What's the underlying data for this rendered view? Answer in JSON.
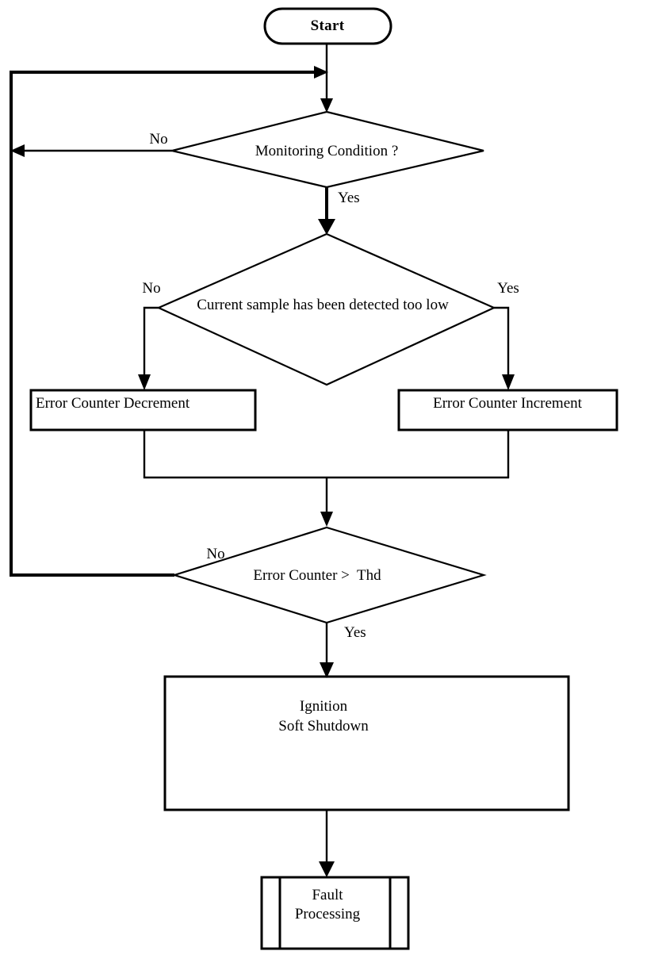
{
  "diagram": {
    "title": "Fault Monitoring and Soft Shutdown Flowchart",
    "type": "flowchart",
    "orientation": "top-to-bottom",
    "background_color": "#ffffff",
    "line_color": "#000000"
  },
  "nodes": {
    "start": {
      "label": "Start",
      "shape": "terminator-capsule"
    },
    "decision_monitoring": {
      "label": "Monitoring Condition ?",
      "shape": "diamond"
    },
    "decision_sample_low": {
      "label": "Current sample has been detected too low",
      "shape": "diamond"
    },
    "process_decrement": {
      "label": "Error Counter Decrement",
      "shape": "rectangle"
    },
    "process_increment": {
      "label": "Error Counter Increment",
      "shape": "rectangle"
    },
    "decision_threshold": {
      "label": "Error Counter >  Thd",
      "shape": "diamond"
    },
    "process_ignition": {
      "label_line1": "Ignition",
      "label_line2": "Soft Shutdown",
      "shape": "rectangle"
    },
    "process_fault": {
      "label_line1": "Fault",
      "label_line2": "Processing",
      "shape": "predefined-process"
    }
  },
  "branch_labels": {
    "monitoring_no": "No",
    "monitoring_yes": "Yes",
    "sample_no": "No",
    "sample_yes": "Yes",
    "threshold_no": "No",
    "threshold_yes": "Yes"
  },
  "edges": [
    {
      "from": "start",
      "to": "decision_monitoring",
      "label": ""
    },
    {
      "from": "decision_monitoring",
      "to": "decision_sample_low",
      "label": "Yes"
    },
    {
      "from": "decision_monitoring",
      "to": "start-loop",
      "label": "No"
    },
    {
      "from": "decision_sample_low",
      "to": "process_decrement",
      "label": "No"
    },
    {
      "from": "decision_sample_low",
      "to": "process_increment",
      "label": "Yes"
    },
    {
      "from": "process_decrement",
      "to": "decision_threshold",
      "label": ""
    },
    {
      "from": "process_increment",
      "to": "decision_threshold",
      "label": ""
    },
    {
      "from": "decision_threshold",
      "to": "process_ignition",
      "label": "Yes"
    },
    {
      "from": "decision_threshold",
      "to": "start-loop",
      "label": "No"
    },
    {
      "from": "process_ignition",
      "to": "process_fault",
      "label": ""
    }
  ]
}
